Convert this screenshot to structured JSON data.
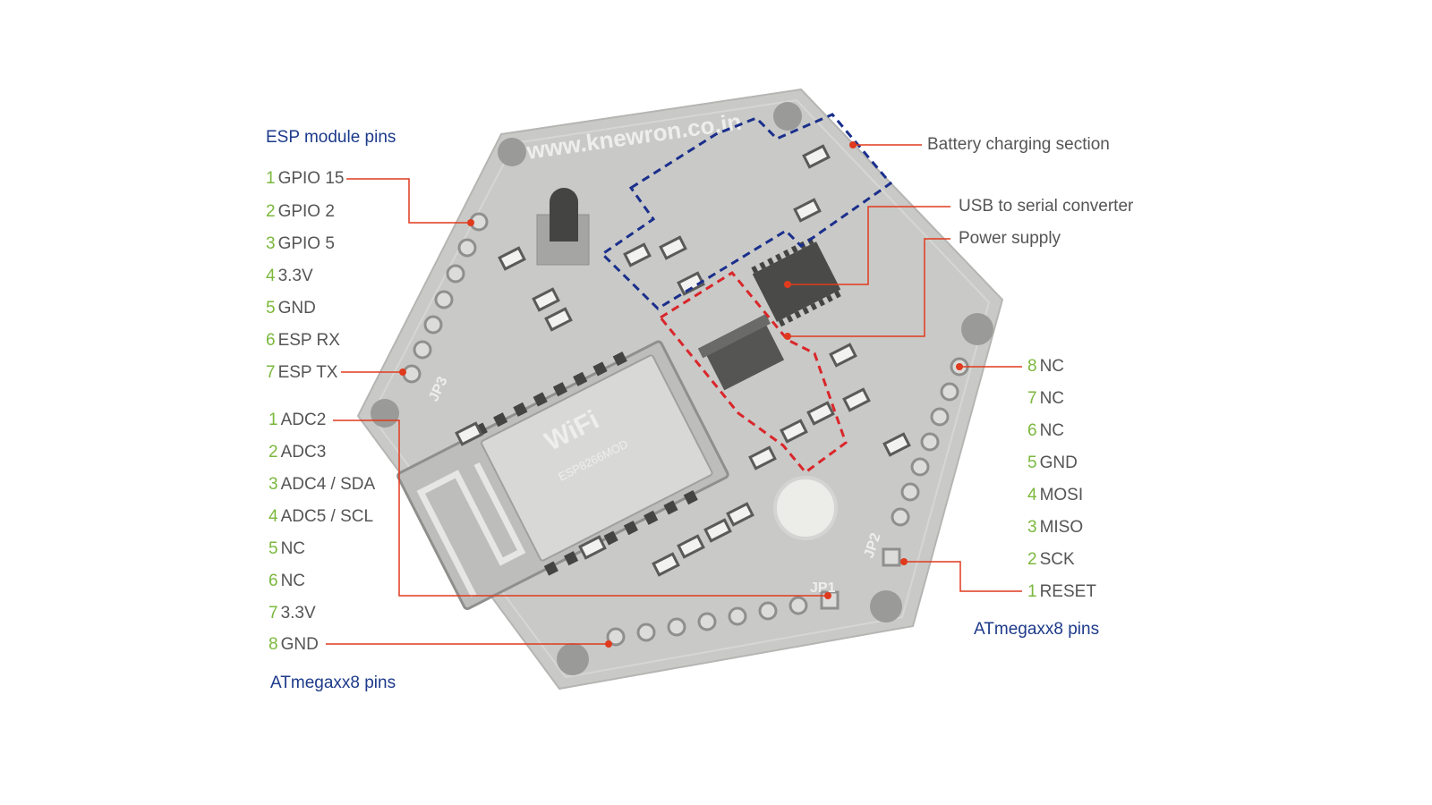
{
  "headers": {
    "esp": "ESP module pins",
    "atmega_left": "ATmegaxx8 pins",
    "atmega_right": "ATmegaxx8 pins"
  },
  "sections": {
    "battery": "Battery charging section",
    "usb": "USB to serial converter",
    "power": "Power supply"
  },
  "esp_pins": [
    {
      "n": "1",
      "label": "GPIO 15"
    },
    {
      "n": "2",
      "label": "GPIO 2"
    },
    {
      "n": "3",
      "label": "GPIO 5"
    },
    {
      "n": "4",
      "label": "3.3V"
    },
    {
      "n": "5",
      "label": "GND"
    },
    {
      "n": "6",
      "label": "ESP RX"
    },
    {
      "n": "7",
      "label": "ESP TX"
    }
  ],
  "atmega_left_pins": [
    {
      "n": "1",
      "label": "ADC2"
    },
    {
      "n": "2",
      "label": "ADC3"
    },
    {
      "n": "3",
      "label": "ADC4 / SDA"
    },
    {
      "n": "4",
      "label": "ADC5 / SCL"
    },
    {
      "n": "5",
      "label": "NC"
    },
    {
      "n": "6",
      "label": "NC"
    },
    {
      "n": "7",
      "label": "3.3V"
    },
    {
      "n": "8",
      "label": "GND"
    }
  ],
  "atmega_right_pins": [
    {
      "n": "8",
      "label": "NC"
    },
    {
      "n": "7",
      "label": "NC"
    },
    {
      "n": "6",
      "label": "NC"
    },
    {
      "n": "5",
      "label": "GND"
    },
    {
      "n": "4",
      "label": "MOSI"
    },
    {
      "n": "3",
      "label": "MISO"
    },
    {
      "n": "2",
      "label": "SCK"
    },
    {
      "n": "1",
      "label": "RESET"
    }
  ],
  "board": {
    "url_text": "www.knewron.co.in",
    "wifi_text": "WiFi",
    "module_text": "ESP8266MOD",
    "silk_jp1": "JP1",
    "silk_jp2": "JP2",
    "silk_jp3": "JP3"
  },
  "colors": {
    "header_blue": "#1d3a8a",
    "pin_number_green": "#7bb83c",
    "leader_red": "#e03a1e",
    "battery_box_blue": "#1a2f8c",
    "power_box_red": "#d9262a",
    "board_gray": "#c9c9c7"
  }
}
